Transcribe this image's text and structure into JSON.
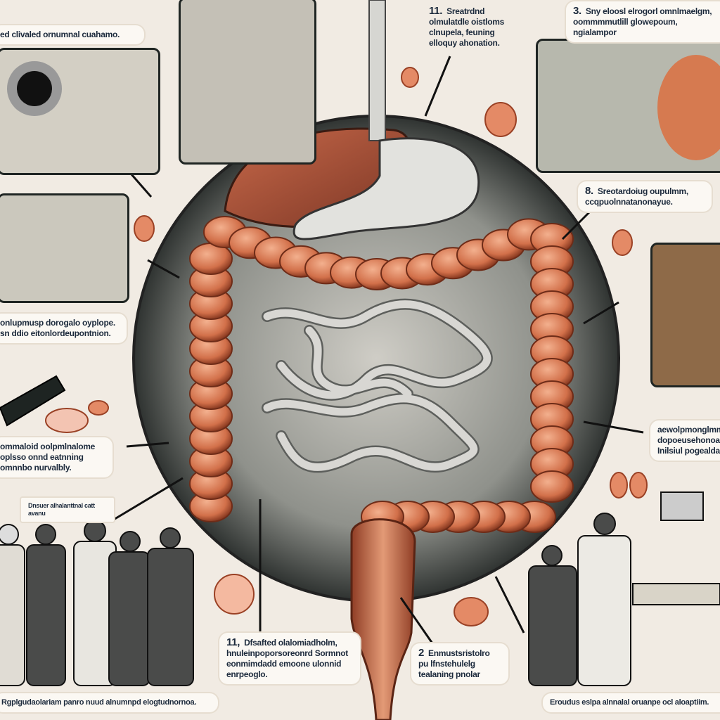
{
  "labels": {
    "top_left": "ed clivaled ornumnal cuahamo.",
    "top_center": {
      "number": "11.",
      "text": "Sreatrdnd olmulatdle oistloms clnupela, feuning elloquy ahonation."
    },
    "top_right": {
      "number": "3.",
      "text": "Sny eloosl elrogorl omnlmaelgm, oommmmutlill glowepoum, ngialampor"
    },
    "right_upper": {
      "number": "8.",
      "text": "Sreotardoiug oupulmm, ccqpuolnnatanonayue."
    },
    "left_middle": "onlupmusp dorogalo oyplope. sn ddio eitonlordeupontnion.",
    "left_lower": "ommaloid oolpmlnalome oplsso onnd eatnning omnnbo nurvalbly.",
    "right_lower": "aewolpmonglmm dopoeusehonoal Inilsiul pogealdal",
    "bottom_center_1": {
      "number": "11,",
      "text": "Dfsafted olalomiadholm, hnuleinpoporsoreonrd Sormnot eonmimdadd emoone ulonnid enrpeoglo."
    },
    "bottom_center_2": {
      "number": "2",
      "text": "Enmustsristolro pu lfnstehulelg tealaning pnolar"
    },
    "footer_left": "Rgplgudaolariam panro nuud alnumnpd elogtudnornoa.",
    "footer_right": "Eroudus eslpa alnnalal oruanpe ocl aloaptiim.",
    "sign": "Dnsuer alhalanttnal catt avanu"
  },
  "colors": {
    "background": "#f1ebe3",
    "colon": "#d9774f",
    "circle": "#3a3e3c",
    "intestine": "#bdbcb8",
    "accent": "#e06a4a"
  }
}
